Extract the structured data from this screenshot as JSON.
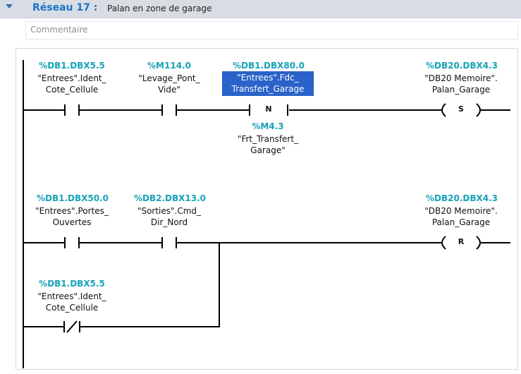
{
  "network": {
    "label": "Réseau 17 :",
    "description": "Palan en zone de garage",
    "comment_placeholder": "Commentaire"
  },
  "rung1": {
    "c1": {
      "address": "%DB1.DBX5.5",
      "line1": "\"Entrees\".Ident_",
      "line2": "Cote_Cellule",
      "type": "no-contact"
    },
    "c2": {
      "address": "%M114.0",
      "line1": "\"Levage_Pont_",
      "line2": "Vide\"",
      "type": "no-contact"
    },
    "c3": {
      "address": "%DB1.DBX80.0",
      "line1": "\"Entrees\".Fdc_",
      "line2": "Transfert_Garage",
      "type": "n-edge-contact",
      "selected": true,
      "edge_label": "N",
      "edge_address": "%M4.3",
      "edge_line1": "\"Frt_Transfert_",
      "edge_line2": "Garage\""
    },
    "coil": {
      "address": "%DB20.DBX4.3",
      "line1": "\"DB20 Memoire\".",
      "line2": "Palan_Garage",
      "label": "S",
      "type": "set-coil"
    }
  },
  "rung2": {
    "c1": {
      "address": "%DB1.DBX50.0",
      "line1": "\"Entrees\".Portes_",
      "line2": "Ouvertes",
      "type": "no-contact"
    },
    "c2": {
      "address": "%DB2.DBX13.0",
      "line1": "\"Sorties\".Cmd_",
      "line2": "Dir_Nord",
      "type": "no-contact"
    },
    "coil": {
      "address": "%DB20.DBX4.3",
      "line1": "\"DB20 Memoire\".",
      "line2": "Palan_Garage",
      "label": "R",
      "type": "reset-coil"
    },
    "branch": {
      "address": "%DB1.DBX5.5",
      "line1": "\"Entrees\".Ident_",
      "line2": "Cote_Cellule",
      "type": "nc-contact"
    }
  }
}
